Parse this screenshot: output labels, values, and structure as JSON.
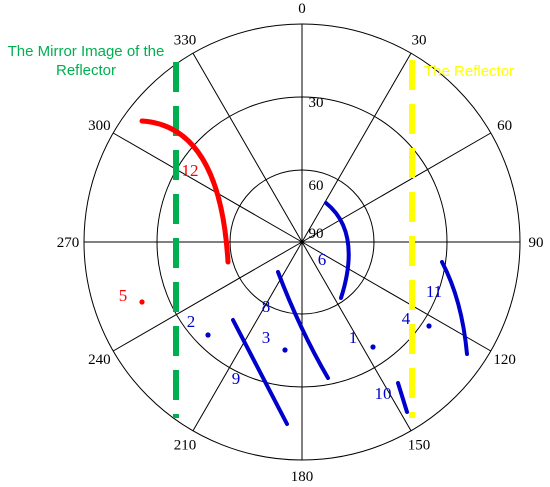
{
  "chart_data": {
    "type": "polar",
    "angle_labels": [
      "0",
      "30",
      "60",
      "90",
      "120",
      "150",
      "180",
      "210",
      "240",
      "270",
      "300",
      "330"
    ],
    "radial_labels": [
      "90",
      "60",
      "30"
    ],
    "annotations": {
      "mirror": "The Mirror Image of the Reflector",
      "reflector": "The Reflector"
    },
    "colors": {
      "reflector": "#ffff00",
      "mirror": "#00b050",
      "red_track": "#ff0000",
      "blue_track": "#0000cc",
      "grid": "#000000"
    },
    "tracks": [
      {
        "label": "12",
        "color": "red",
        "kind": "curve"
      },
      {
        "label": "5",
        "color": "red",
        "kind": "point"
      },
      {
        "label": "2",
        "color": "blue",
        "kind": "point"
      },
      {
        "label": "3",
        "color": "blue",
        "kind": "point"
      },
      {
        "label": "1",
        "color": "blue",
        "kind": "point"
      },
      {
        "label": "4",
        "color": "blue",
        "kind": "point"
      },
      {
        "label": "6",
        "color": "blue",
        "kind": "curve"
      },
      {
        "label": "8",
        "color": "blue",
        "kind": "curve"
      },
      {
        "label": "9",
        "color": "blue",
        "kind": "curve"
      },
      {
        "label": "10",
        "color": "blue",
        "kind": "curve"
      },
      {
        "label": "11",
        "color": "blue",
        "kind": "curve"
      }
    ]
  }
}
